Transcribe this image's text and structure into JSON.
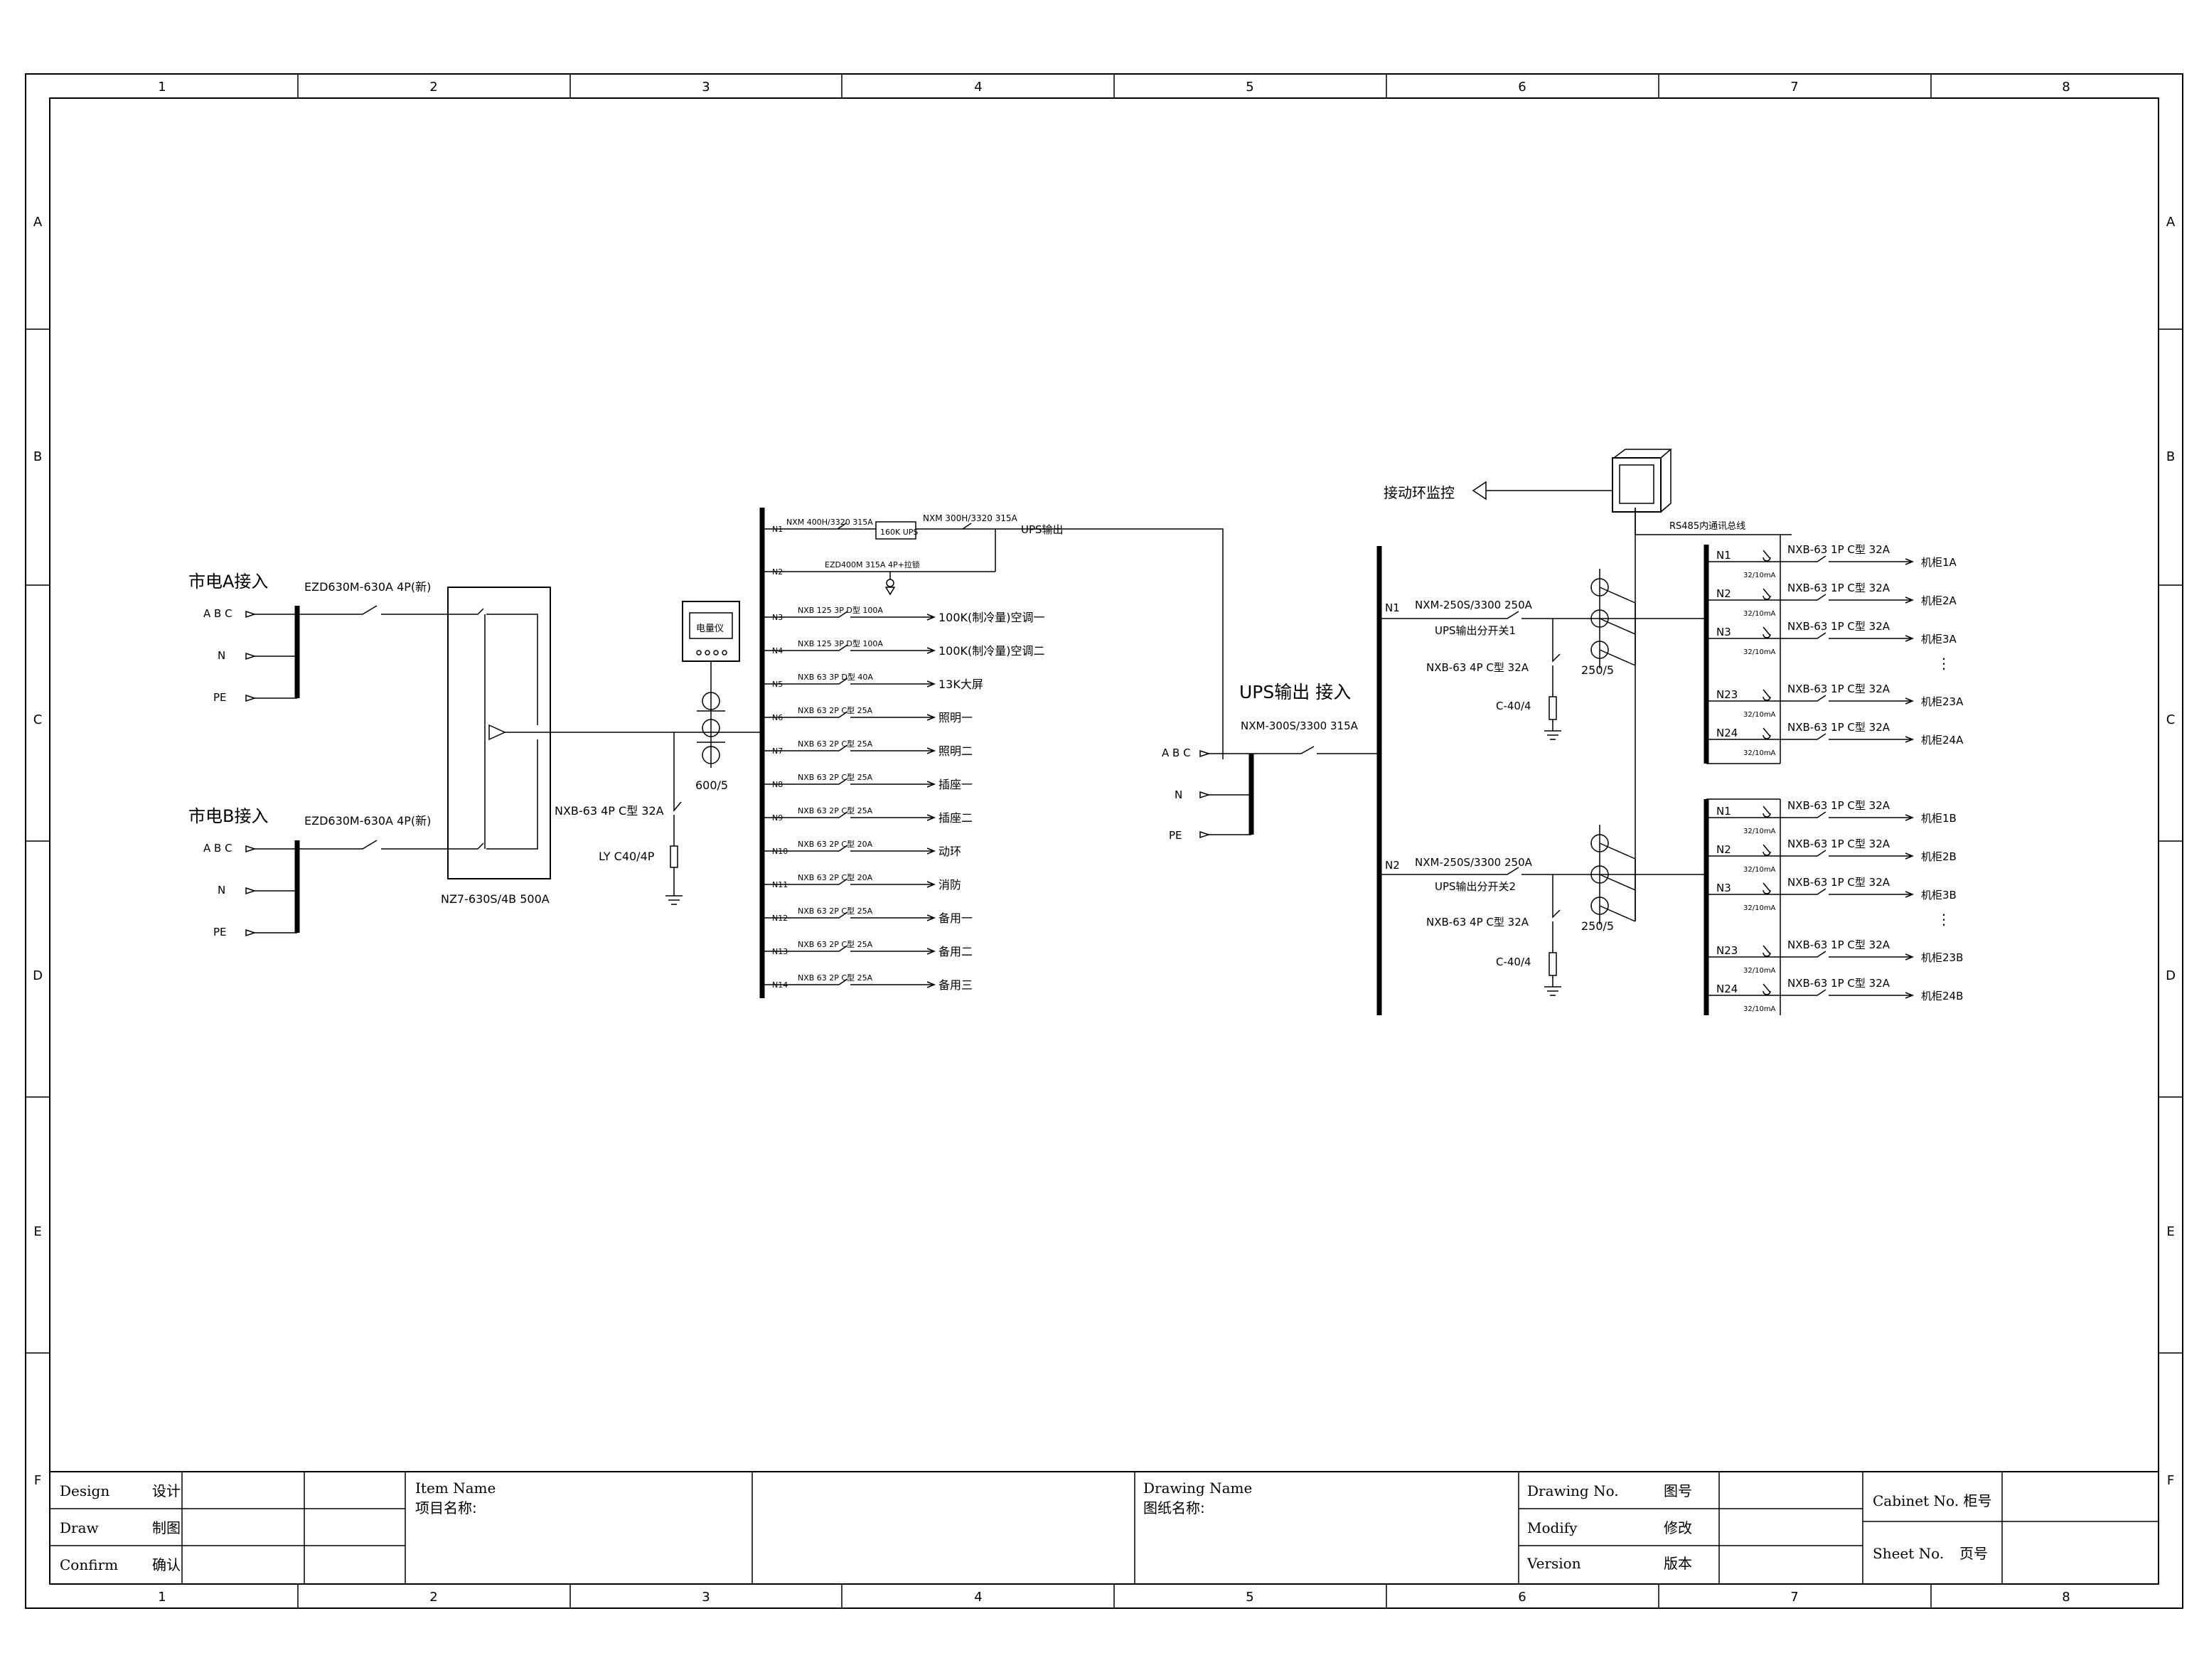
{
  "frame": {
    "columns": [
      "1",
      "2",
      "3",
      "4",
      "5",
      "6",
      "7",
      "8"
    ],
    "rows": [
      "A",
      "B",
      "C",
      "D",
      "E",
      "F"
    ]
  },
  "inputs": {
    "source_a": "市电A接入",
    "source_b": "市电B接入",
    "abc": "A B C",
    "n": "N",
    "pe": "PE",
    "breaker_a": "EZD630M-630A 4P(新)",
    "breaker_b": "EZD630M-630A 4P(新)",
    "ats": "NZ7-630S/4B 500A",
    "spd_breaker": "NXB-63 4P C型 32A",
    "spd": "LY C40/4P",
    "ct": "600/5",
    "meter": "电量仪"
  },
  "main_panel": {
    "feeders": [
      {
        "id": "N1",
        "breaker": "NXM 400H/3320 315A",
        "load": ""
      },
      {
        "id": "N2",
        "breaker": "EZD400M 315A 4P+拉锁",
        "load": ""
      },
      {
        "id": "N3",
        "breaker": "NXB 125 3P D型 100A",
        "load": "100K(制冷量)空调一"
      },
      {
        "id": "N4",
        "breaker": "NXB 125 3P D型 100A",
        "load": "100K(制冷量)空调二"
      },
      {
        "id": "N5",
        "breaker": "NXB 63 3P D型 40A",
        "load": "13K大屏"
      },
      {
        "id": "N6",
        "breaker": "NXB 63 2P C型 25A",
        "load": "照明一"
      },
      {
        "id": "N7",
        "breaker": "NXB 63 2P C型 25A",
        "load": "照明二"
      },
      {
        "id": "N8",
        "breaker": "NXB 63 2P C型 25A",
        "load": "插座一"
      },
      {
        "id": "N9",
        "breaker": "NXB 63 2P C型 25A",
        "load": "插座二"
      },
      {
        "id": "N10",
        "breaker": "NXB 63 2P C型 20A",
        "load": "动环"
      },
      {
        "id": "N11",
        "breaker": "NXB 63 2P C型 20A",
        "load": "消防"
      },
      {
        "id": "N12",
        "breaker": "NXB 63 2P C型 25A",
        "load": "备用一"
      },
      {
        "id": "N13",
        "breaker": "NXB 63 2P C型 25A",
        "load": "备用二"
      },
      {
        "id": "N14",
        "breaker": "NXB 63 2P C型 25A",
        "load": "备用三"
      }
    ],
    "ups_box": "160K UPS",
    "ups_out_breaker": "NXM 300H/3320 315A",
    "ups_out_label": "UPS输出"
  },
  "ups_panel": {
    "title": "UPS输出 接入",
    "abc": "A B C",
    "n": "N",
    "pe": "PE",
    "main_breaker": "NXM-300S/3300 315A",
    "branches": [
      {
        "id": "N1",
        "breaker": "NXM-250S/3300 250A",
        "name": "UPS输出分开关1",
        "spd_breaker": "NXB-63 4P C型 32A",
        "spd": "C-40/4",
        "ct": "250/5"
      },
      {
        "id": "N2",
        "breaker": "NXM-250S/3300 250A",
        "name": "UPS输出分开关2",
        "spd_breaker": "NXB-63 4P C型 32A",
        "spd": "C-40/4",
        "ct": "250/5"
      }
    ],
    "monitor_label": "接动环监控",
    "rs485": "RS485内通讯总线"
  },
  "cabinet_a": {
    "rows": [
      {
        "id": "N1",
        "breaker": "NXB-63 1P C型 32A",
        "rcd": "32/10mA",
        "load": "机柜1A"
      },
      {
        "id": "N2",
        "breaker": "NXB-63 1P C型 32A",
        "rcd": "32/10mA",
        "load": "机柜2A"
      },
      {
        "id": "N3",
        "breaker": "NXB-63 1P C型 32A",
        "rcd": "32/10mA",
        "load": "机柜3A"
      },
      {
        "id": "N23",
        "breaker": "NXB-63 1P C型 32A",
        "rcd": "32/10mA",
        "load": "机柜23A"
      },
      {
        "id": "N24",
        "breaker": "NXB-63 1P C型 32A",
        "rcd": "32/10mA",
        "load": "机柜24A"
      }
    ]
  },
  "cabinet_b": {
    "rows": [
      {
        "id": "N1",
        "breaker": "NXB-63 1P C型 32A",
        "rcd": "32/10mA",
        "load": "机柜1B"
      },
      {
        "id": "N2",
        "breaker": "NXB-63 1P C型 32A",
        "rcd": "32/10mA",
        "load": "机柜2B"
      },
      {
        "id": "N3",
        "breaker": "NXB-63 1P C型 32A",
        "rcd": "32/10mA",
        "load": "机柜3B"
      },
      {
        "id": "N23",
        "breaker": "NXB-63 1P C型 32A",
        "rcd": "32/10mA",
        "load": "机柜23B"
      },
      {
        "id": "N24",
        "breaker": "NXB-63 1P C型 32A",
        "rcd": "32/10mA",
        "load": "机柜24B"
      }
    ]
  },
  "title_block": {
    "design_en": "Design",
    "design_cn": "设计",
    "draw_en": "Draw",
    "draw_cn": "制图",
    "confirm_en": "Confirm",
    "confirm_cn": "确认",
    "item_en": "Item Name",
    "item_cn": "项目名称:",
    "drawing_name_en": "Drawing Name",
    "drawing_name_cn": "图纸名称:",
    "drawing_no_en": "Drawing No.",
    "drawing_no_cn": "图号",
    "modify_en": "Modify",
    "modify_cn": "修改",
    "version_en": "Version",
    "version_cn": "版本",
    "cabinet_no": "Cabinet No. 柜号",
    "sheet_no_en": "Sheet No.",
    "sheet_no_cn": "页号"
  }
}
